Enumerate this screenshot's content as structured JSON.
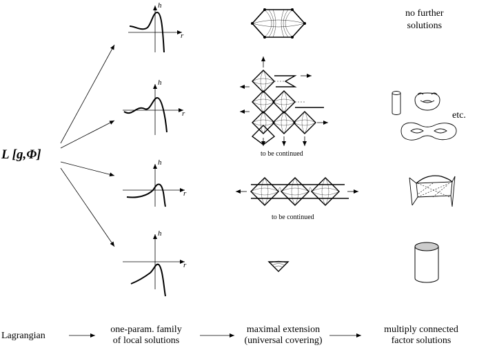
{
  "lagrangian_symbol": "L [g,Φ]",
  "axis_h": "h",
  "axis_r": "r",
  "right_column": {
    "row1": [
      "no further",
      "solutions"
    ],
    "row2_etc": "etc."
  },
  "middle_captions": {
    "row2": "to be continued",
    "row3": "to be continued"
  },
  "bottom_flow": {
    "step1": "Lagrangian",
    "step2": [
      "one-param. family",
      "of local solutions"
    ],
    "step3": [
      "maximal extension",
      "(universal covering)"
    ],
    "step4": [
      "multiply connected",
      "factor solutions"
    ]
  }
}
